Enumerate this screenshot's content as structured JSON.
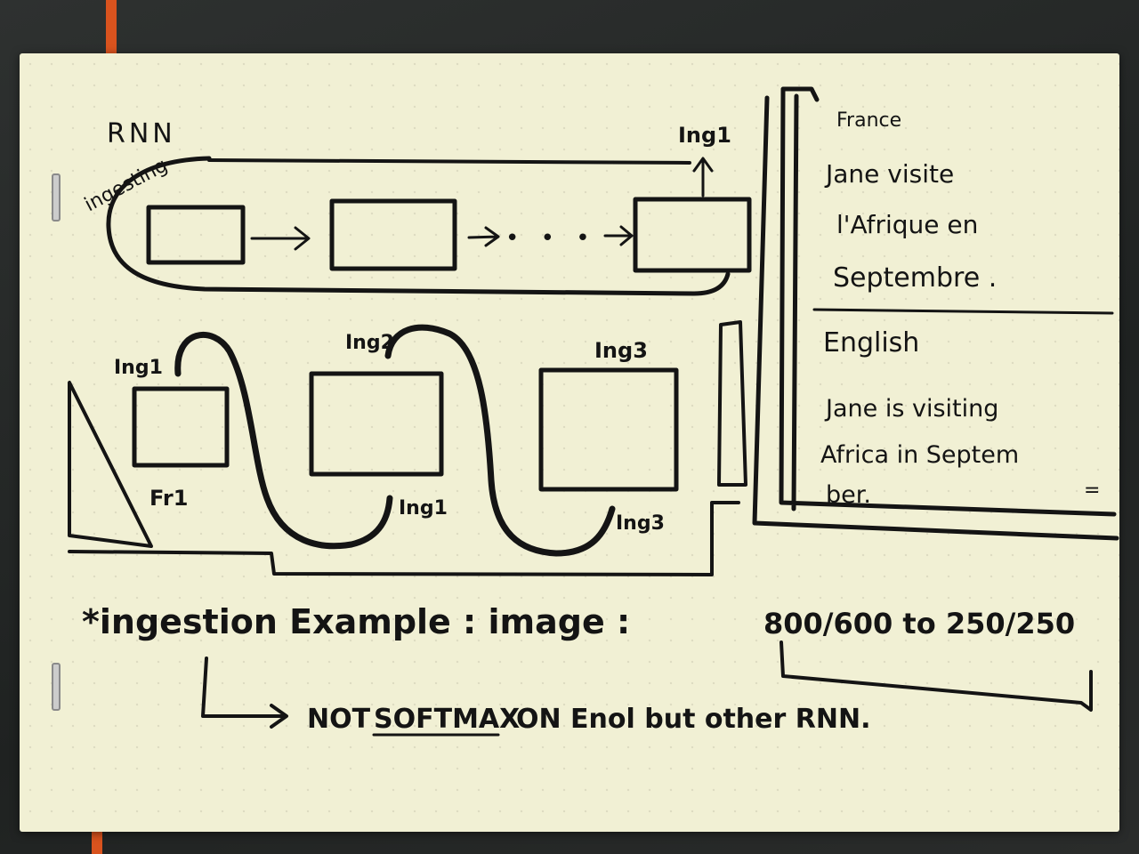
{
  "rnn_section": {
    "title": "RNN",
    "loop_label": "ingesting",
    "output_label": "Ing1",
    "ellipsis": "• • •"
  },
  "decoder_section": {
    "inputs": [
      "Ing1",
      "Ing2",
      "Ing3"
    ],
    "first_input": "Fr1",
    "outputs": [
      "Ing1",
      "Ing3"
    ]
  },
  "translation_panel": {
    "french_heading": "France",
    "french_text": [
      "Jane visite",
      "l'Afrique en",
      "Septembre ."
    ],
    "english_heading": "English",
    "english_text": [
      "Jane is visiting",
      "Africa in Septem",
      "ber."
    ],
    "equals": "="
  },
  "footer_note": {
    "line1_prefix": "*ingestion Example : image :",
    "line1_sizes": "800/600 to 250/250",
    "line2_prefix": "NOT",
    "line2_underlined": "SOFTMAX",
    "line2_suffix": "ON Enol but other RNN."
  }
}
